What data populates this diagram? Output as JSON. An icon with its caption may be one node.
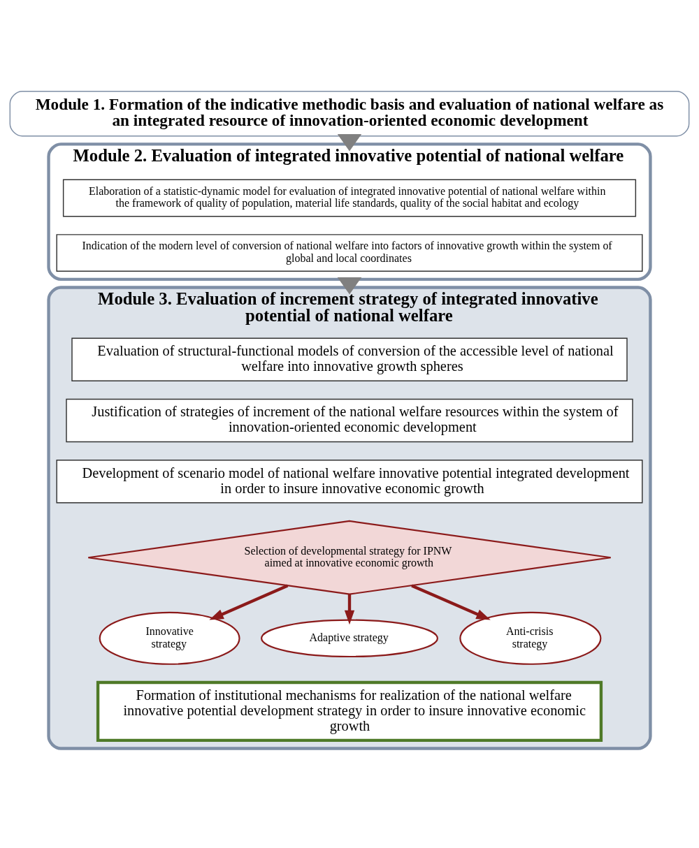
{
  "diagram": {
    "nodes": [
      {
        "text": [
          "Module 1. Formation of the indicative methodic basis and evaluation of national welfare as an integrated resource of innovation-oriented economic development"
        ]
      },
      {
        "text": [
          "Module 2. Evaluation of integrated innovative potential of national welfare"
        ]
      },
      {
        "text": [
          "Elaboration of a statistic-dynamic model for evaluation of integrated innovative potential of national welfare within the framework of quality of population, material life standards, quality of the social habitat and ecology"
        ],
        "in": 1
      },
      {
        "text": [
          "Indication of the modern level of conversion of national welfare into factors of innovative growth within the system of global and local coordinates"
        ],
        "in": 1
      },
      {
        "text": [
          "Module 3. Evaluation of increment strategy of integrated innovative potential of national welfare"
        ]
      },
      {
        "text": [
          "Evaluation of structural-functional models of conversion of the accessible level of national welfare into innovative growth spheres"
        ],
        "in": 4
      },
      {
        "text": [
          "Justification of strategies of increment of the national welfare resources within the system of innovation-oriented economic development"
        ],
        "in": 4
      },
      {
        "text": [
          "Development of scenario model of national welfare innovative potential integrated development in order to insure innovative economic growth"
        ],
        "in": 4
      },
      {
        "text": [
          "Selection of developmental strategy for IPNW aimed at innovative economic growth"
        ],
        "in": 4
      },
      {
        "text": [
          "Innovative strategy"
        ],
        "in": 4
      },
      {
        "text": [
          "Adaptive strategy"
        ],
        "in": 4
      },
      {
        "text": [
          "Anti-crisis strategy"
        ],
        "in": 4
      },
      {
        "text": [
          "Formation of institutional mechanisms for realization of the national welfare innovative potential development strategy in order to insure innovative economic growth"
        ],
        "in": 4
      }
    ],
    "edges": [
      {
        "from": 0,
        "to": 1,
        "arrow": "to",
        "style": "thick",
        "color": "#808080"
      },
      {
        "from": 1,
        "to": 4,
        "arrow": "to",
        "style": "thick",
        "color": "#808080"
      },
      {
        "from": 8,
        "to": 9,
        "arrow": "to"
      },
      {
        "from": 8,
        "to": 10,
        "arrow": "to"
      },
      {
        "from": 8,
        "to": 11,
        "arrow": "to"
      }
    ]
  }
}
